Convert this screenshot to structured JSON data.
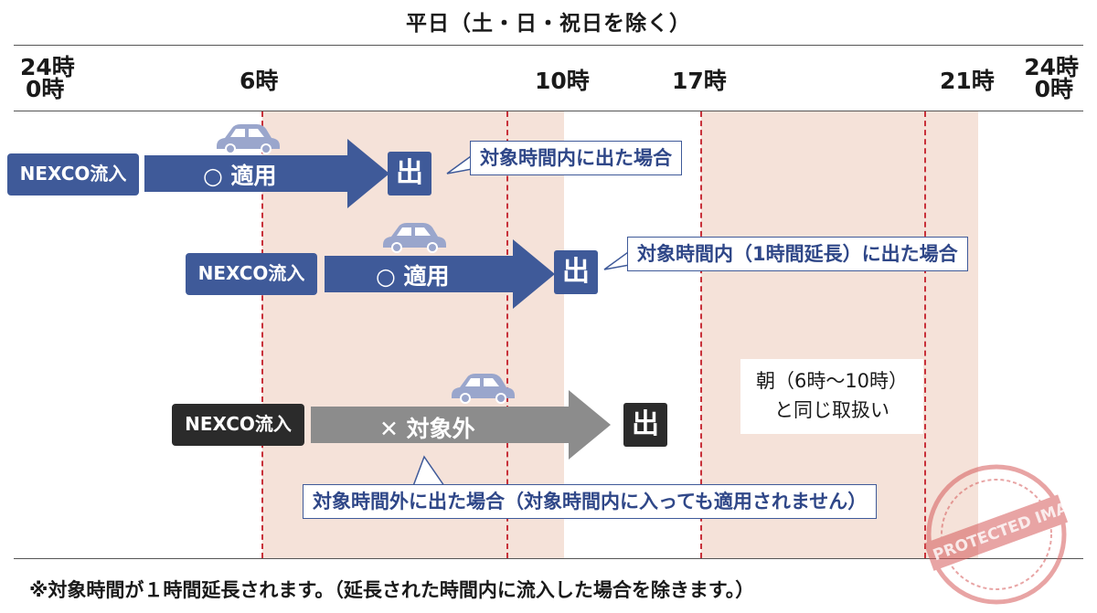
{
  "header": {
    "title": "平日（土・日・祝日を除く）"
  },
  "time_labels": {
    "start_24": "24時",
    "start_0": "0時",
    "t6": "6時",
    "t10": "10時",
    "t17": "17時",
    "t21": "21時",
    "end_24": "24時",
    "end_0": "0時"
  },
  "rows": [
    {
      "entry": "NEXCO流入",
      "status": "○ 適用",
      "exit": "出",
      "callout": "対象時間内に出た場合"
    },
    {
      "entry": "NEXCO流入",
      "status": "○ 適用",
      "exit": "出",
      "callout": "対象時間内（1時間延長）に出た場合"
    },
    {
      "entry": "NEXCO流入",
      "status": "✕ 対象外",
      "exit": "出",
      "callout": "対象時間外に出た場合（対象時間内に入っても適用されません）"
    }
  ],
  "evening_note": {
    "line1": "朝（6時〜10時）",
    "line2": "と同じ取扱い"
  },
  "footnote": "※対象時間が１時間延長されます。（延長された時間内に流入した場合を除きます。）",
  "watermark": "PROTECTED IMAGE",
  "colors": {
    "blue": "#3f5a99",
    "dark": "#2b2b2b",
    "gray_arrow": "#8c8c8c",
    "band": "#f5e2d9",
    "dash": "#c8313a",
    "car": "#9aa6cc"
  }
}
